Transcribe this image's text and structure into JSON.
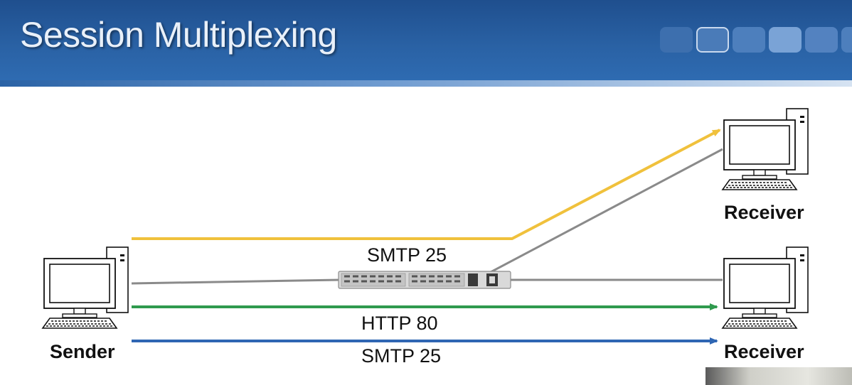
{
  "slide": {
    "title": "Session Multiplexing"
  },
  "nodes": {
    "sender_label": "Sender",
    "receiver_top_label": "Receiver",
    "receiver_bottom_label": "Receiver"
  },
  "flows": {
    "smtp_middle_label": "SMTP 25",
    "http_label": "HTTP 80",
    "smtp_bottom_label": "SMTP 25"
  },
  "colors": {
    "header": "#2a62a5",
    "yellow_flow": "#f0c13c",
    "gray_flow": "#8a8a8a",
    "green_flow": "#2f9a4e",
    "blue_flow": "#2f66b3"
  }
}
